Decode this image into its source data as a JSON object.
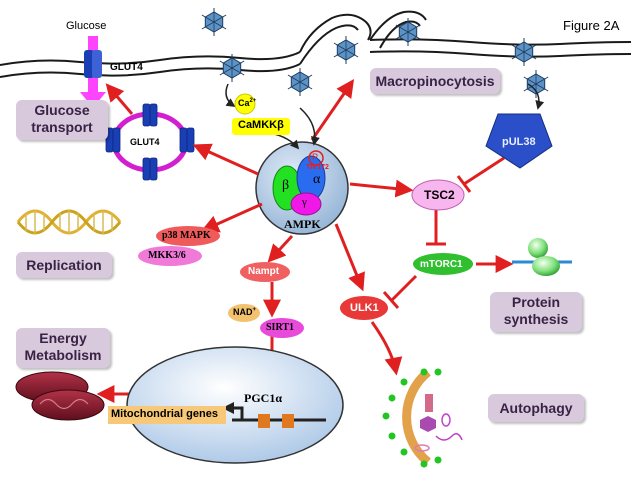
{
  "figure_label": "Figure 2A",
  "membrane": {
    "glucose_label": "Glucose",
    "glut4_membrane_label": "GLUT4"
  },
  "processes": {
    "glucose_transport": "Glucose transport",
    "macropinocytosis": "Macropinocytosis",
    "replication": "Replication",
    "energy_metabolism": "Energy Metabolism",
    "protein_synthesis": "Protein synthesis",
    "autophagy": "Autophagy"
  },
  "nodes": {
    "glut4_vesicle": "GLUT4",
    "ca": "Ca",
    "ca_sup": "2+",
    "camkkb": "CaMKKβ",
    "pul38": "pUL38",
    "ampk": "AMPK",
    "beta": "β",
    "alpha": "α",
    "gamma": "γ",
    "phospho": "P",
    "thr172": "Thr172",
    "tsc2": "TSC2",
    "mtorc1": "mTORC1",
    "p38mapk": "p38 MAPK",
    "mkk36": "MKK3/6",
    "nampt": "Nampt",
    "nad": "NAD",
    "nad_sup": "+",
    "sirt1": "SIRT1",
    "ulk1": "ULK1",
    "pgc1a": "PGC1α",
    "mito_genes": "Mitochondrial genes"
  },
  "colors": {
    "arrow": "#e02020",
    "membrane": "#1a1a1a",
    "glut4": "#1a3fb5",
    "vesicle_ring": "#d21fd0",
    "process_box": "#d8c9dc",
    "ampk_cell": "#aac4de",
    "nucleus": "#c5d9ee",
    "tsc2": "#f4a8e8",
    "mtorc1": "#2fbf2f",
    "pul38": "#2a4fc9",
    "p38mapk": "#ef5a5a",
    "mkk36": "#f07ad8",
    "nampt": "#f06060",
    "sirt1": "#e84ad9",
    "ulk1": "#e83838",
    "pgc1a": "#f3c26e",
    "camkkb": "#ffff00",
    "mitochondria": "#8a1d2c"
  }
}
